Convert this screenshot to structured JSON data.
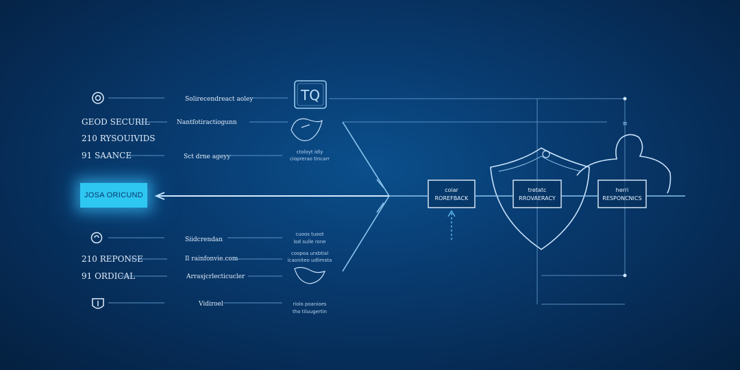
{
  "diagram": {
    "left_labels": [
      {
        "id": "security",
        "text": "GEOD SECURIL"
      },
      {
        "id": "resources",
        "text": "210 RYSOUIVIDS"
      },
      {
        "id": "balance",
        "text": "91 SAANCE"
      },
      {
        "id": "response",
        "text": "210 REPONSE"
      },
      {
        "id": "orical",
        "text": "91 ORDICAL"
      }
    ],
    "highlight": {
      "text": "JOSA ORICUND"
    },
    "mid_labels": [
      {
        "id": "m1",
        "text": "Solirecendreact aoley"
      },
      {
        "id": "m2",
        "text": "Nantfotiractiogunn"
      },
      {
        "id": "m3",
        "text": "Sct drne ageyy"
      },
      {
        "id": "m4",
        "text": "Siidcrendan"
      },
      {
        "id": "m5",
        "text": "Il rainfonvie.com"
      },
      {
        "id": "m6",
        "text": "Arrasjcrlecticucler"
      },
      {
        "id": "m7",
        "text": "Vidiroel"
      }
    ],
    "small_notes": [
      {
        "id": "n1",
        "line1": "ctoloyt idly",
        "line2": "cioprerao tincarr"
      },
      {
        "id": "n2",
        "line1": "cuoos tuoot",
        "line2": "lod sulle rone"
      },
      {
        "id": "n3",
        "line1": "coopoa urxbtial",
        "line2": "icaoniteo udlimsta"
      },
      {
        "id": "n4",
        "line1": "riolo poanioes",
        "line2": "tho tiluugertin"
      }
    ],
    "boxes": [
      {
        "id": "rollback",
        "line1": "coiar",
        "line2": "ROREFBACK"
      },
      {
        "id": "recovery",
        "line1": "tretatc",
        "line2": "RROVAERACY"
      },
      {
        "id": "responses",
        "line1": "herri",
        "line2": "RESPONCNICS"
      }
    ],
    "top_box_text": "TQ",
    "colors": {
      "line": "#9ccdf2",
      "highlight_fill": "#2ec7f2"
    }
  }
}
